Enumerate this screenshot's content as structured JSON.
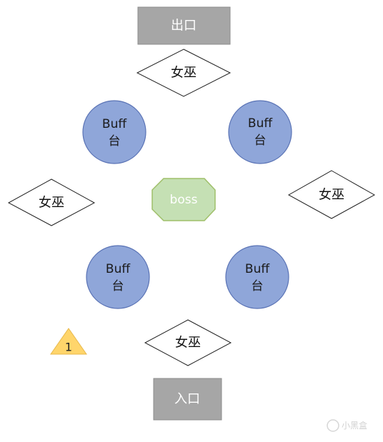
{
  "exit": {
    "label": "出口"
  },
  "entrance": {
    "label": "入口"
  },
  "witches": {
    "top": "女巫",
    "left": "女巫",
    "right": "女巫",
    "bottom": "女巫"
  },
  "buff_platforms": {
    "top_left": {
      "line1": "Buff",
      "line2": "台"
    },
    "top_right": {
      "line1": "Buff",
      "line2": "台"
    },
    "bottom_left": {
      "line1": "Buff",
      "line2": "台"
    },
    "bottom_right": {
      "line1": "Buff",
      "line2": "台"
    }
  },
  "boss": {
    "label": "boss"
  },
  "marker": {
    "label": "1"
  },
  "watermark": {
    "text": "小黑盒"
  },
  "colors": {
    "door_fill": "#a6a6a6",
    "door_stroke": "#8c8c8c",
    "buff_fill": "#8fa6d9",
    "buff_stroke": "#5a73b5",
    "boss_fill": "#c5e0b4",
    "boss_stroke": "#9fbf6a",
    "marker_fill": "#ffd56b",
    "marker_stroke": "#e8b84a",
    "witch_stroke": "#222222"
  }
}
